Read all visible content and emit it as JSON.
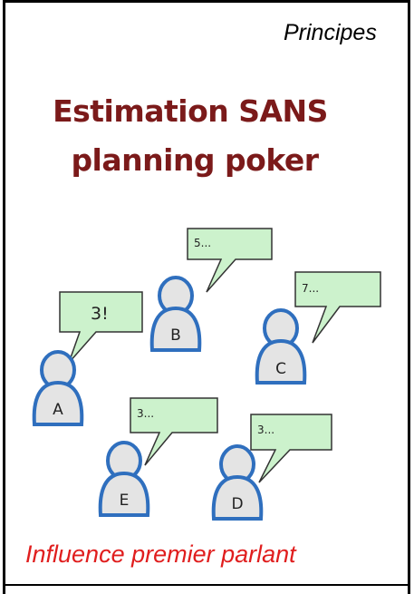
{
  "header": {
    "title_fragment": "Principes"
  },
  "title": {
    "line1": "Estimation SANS",
    "line2": "planning poker"
  },
  "people": [
    {
      "label": "A",
      "speech": "3!"
    },
    {
      "label": "B",
      "speech": "5..."
    },
    {
      "label": "C",
      "speech": "7..."
    },
    {
      "label": "D",
      "speech": "3..."
    },
    {
      "label": "E",
      "speech": "3..."
    }
  ],
  "footer": {
    "caption": "Influence premier parlant"
  },
  "colors": {
    "title": "#7b1a1a",
    "caption": "#e01e1e",
    "bubble_fill": "#ccf2cc",
    "person_outline": "#2f6fbe"
  }
}
